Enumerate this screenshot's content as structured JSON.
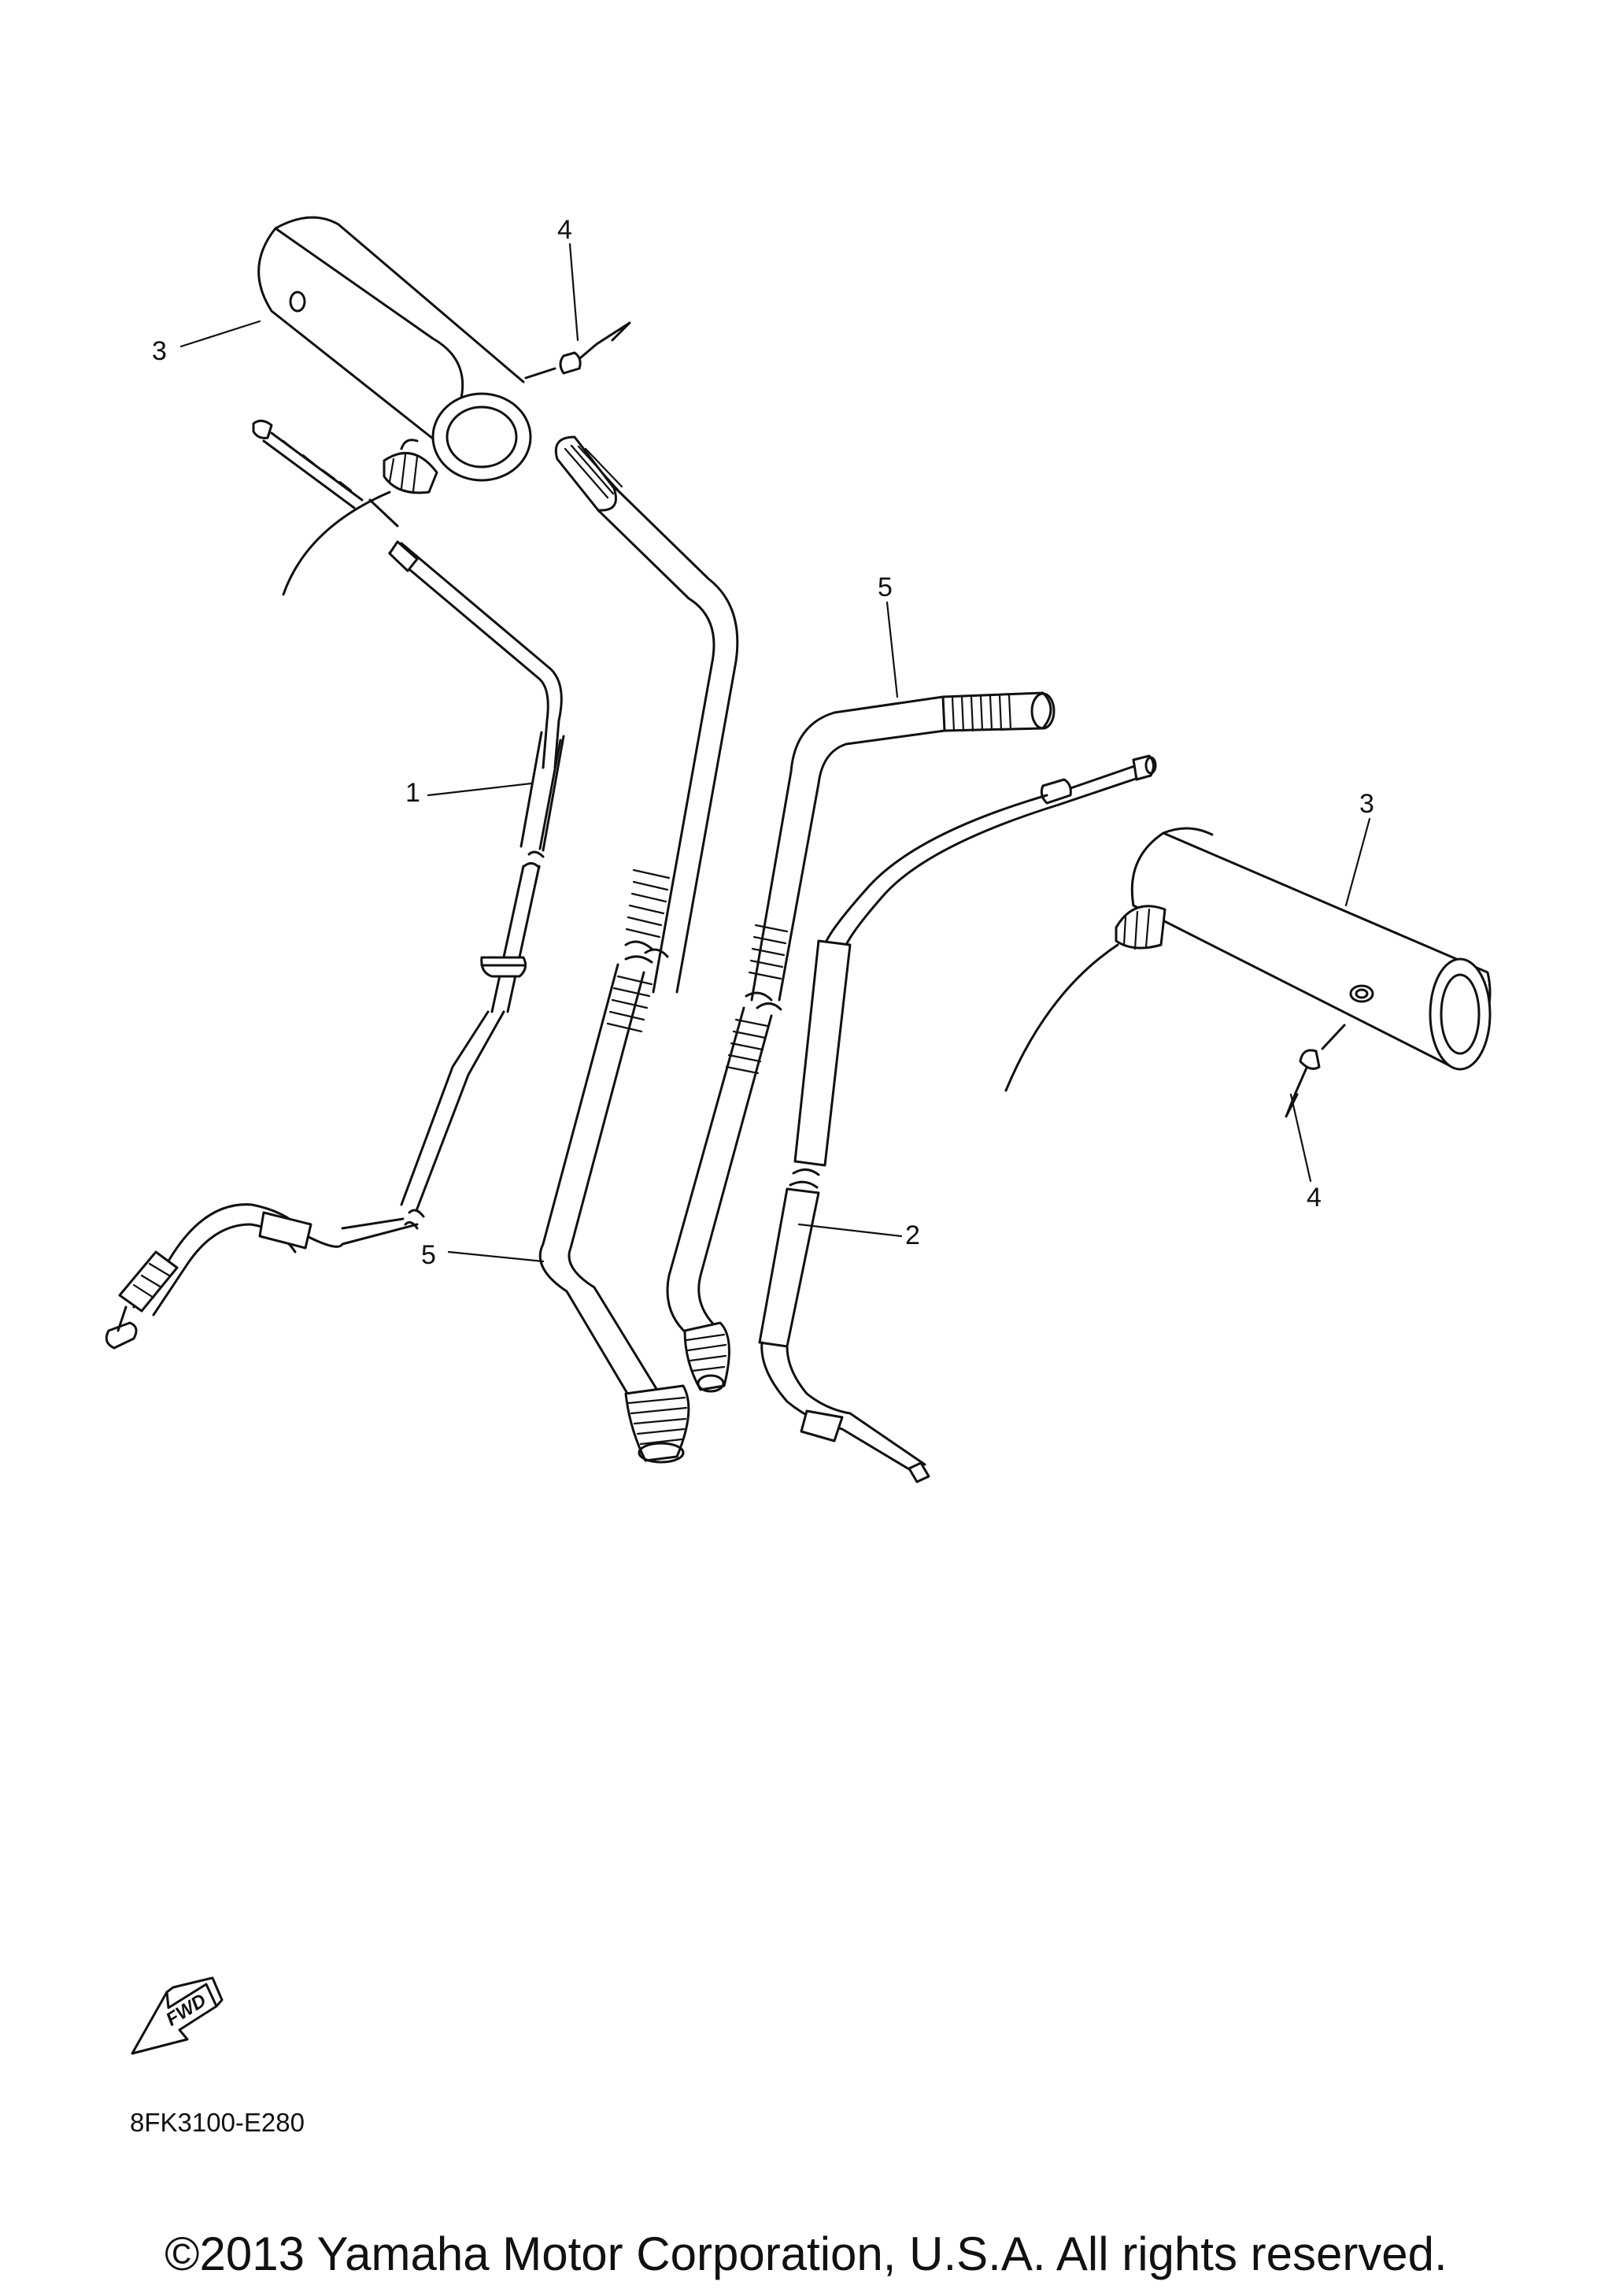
{
  "callouts": [
    {
      "id": "c1",
      "label": "1"
    },
    {
      "id": "c2",
      "label": "2"
    },
    {
      "id": "c3a",
      "label": "3"
    },
    {
      "id": "c3b",
      "label": "3"
    },
    {
      "id": "c4a",
      "label": "4"
    },
    {
      "id": "c4b",
      "label": "4"
    },
    {
      "id": "c5a",
      "label": "5"
    },
    {
      "id": "c5b",
      "label": "5"
    }
  ],
  "fwd_label": "FWD",
  "diagram_code": "8FK3100-E280",
  "copyright": "©2013 Yamaha Motor Corporation, U.S.A. All rights reserved."
}
